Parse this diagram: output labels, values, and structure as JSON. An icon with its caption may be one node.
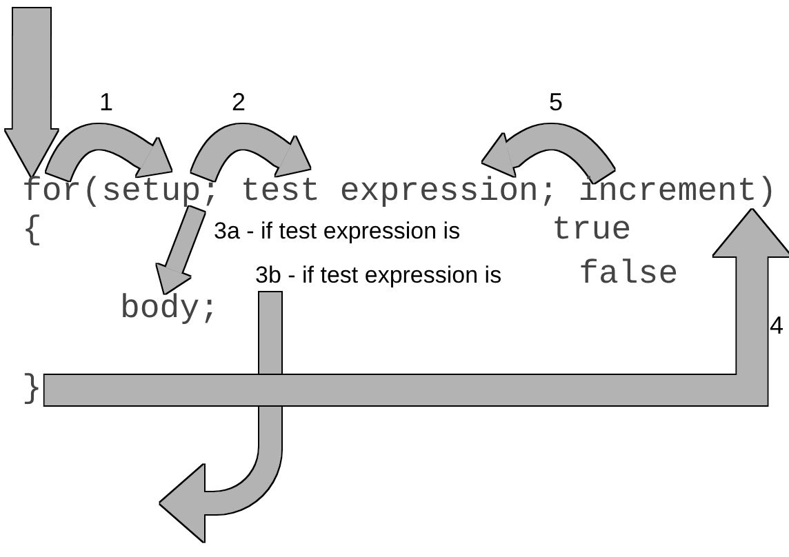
{
  "diagram": {
    "nodes": [
      {
        "text": [
          "for("
        ]
      },
      {
        "text": [
          "setup;"
        ]
      },
      {
        "text": [
          "test expression;"
        ]
      },
      {
        "text": [
          "increment)"
        ]
      },
      {
        "text": [
          "body;"
        ]
      },
      {
        "text": [
          "}"
        ]
      },
      {
        "text": [
          "3b - if test expression is",
          "false"
        ]
      }
    ],
    "edges": [
      {
        "from": null,
        "to": 0,
        "arrow": "to"
      },
      {
        "from": 0,
        "to": 1,
        "arrow": "to",
        "label": "1"
      },
      {
        "from": 1,
        "to": 2,
        "arrow": "to",
        "label": "2"
      },
      {
        "from": 1,
        "to": 4,
        "arrow": "to"
      },
      {
        "from": 6,
        "to": null,
        "arrow": "to"
      },
      {
        "from": 5,
        "to": 3,
        "arrow": "to",
        "label": "4"
      },
      {
        "from": 3,
        "to": 2,
        "arrow": "to",
        "label": "5"
      }
    ],
    "labels": [
      "{",
      "3a - if test expression is",
      "true"
    ]
  }
}
